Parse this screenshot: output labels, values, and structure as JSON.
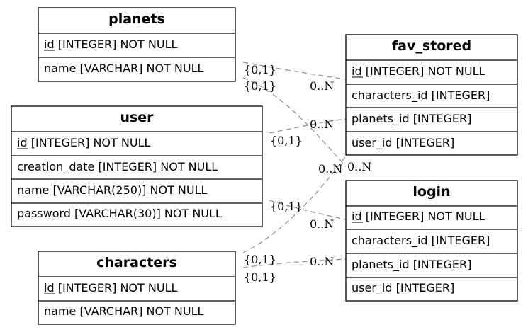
{
  "entities": {
    "planets": {
      "title": "planets",
      "fields": [
        {
          "key": "id",
          "rest": " [INTEGER] NOT NULL"
        },
        {
          "key": "",
          "rest": "name [VARCHAR] NOT NULL"
        }
      ]
    },
    "fav_stored": {
      "title": "fav_stored",
      "fields": [
        {
          "key": "id",
          "rest": " [INTEGER] NOT NULL"
        },
        {
          "key": "",
          "rest": "characters_id [INTEGER]"
        },
        {
          "key": "",
          "rest": "planets_id [INTEGER]"
        },
        {
          "key": "",
          "rest": "user_id [INTEGER]"
        }
      ]
    },
    "user": {
      "title": "user",
      "fields": [
        {
          "key": "id",
          "rest": " [INTEGER] NOT NULL"
        },
        {
          "key": "",
          "rest": "creation_date [INTEGER] NOT NULL"
        },
        {
          "key": "",
          "rest": "name [VARCHAR(250)] NOT NULL"
        },
        {
          "key": "",
          "rest": "password [VARCHAR(30)] NOT NULL"
        }
      ]
    },
    "login": {
      "title": "login",
      "fields": [
        {
          "key": "id",
          "rest": " [INTEGER] NOT NULL"
        },
        {
          "key": "",
          "rest": "characters_id [INTEGER]"
        },
        {
          "key": "",
          "rest": "planets_id [INTEGER]"
        },
        {
          "key": "",
          "rest": "user_id [INTEGER]"
        }
      ]
    },
    "characters": {
      "title": "characters",
      "fields": [
        {
          "key": "id",
          "rest": " [INTEGER] NOT NULL"
        },
        {
          "key": "",
          "rest": "name [VARCHAR] NOT NULL"
        }
      ]
    }
  },
  "relationships": {
    "planets_fav": {
      "from": "{0,1}",
      "to": "0..N"
    },
    "planets_login": {
      "from": "{0,1}",
      "to": "0..N"
    },
    "user_fav": {
      "from": "{0,1}",
      "to": "0..N"
    },
    "user_login": {
      "from": "{0,1}",
      "to": "0..N"
    },
    "characters_fav": {
      "from": "{0,1}",
      "to": "0..N"
    },
    "characters_login": {
      "from": "{0,1}",
      "to": "0..N"
    }
  }
}
